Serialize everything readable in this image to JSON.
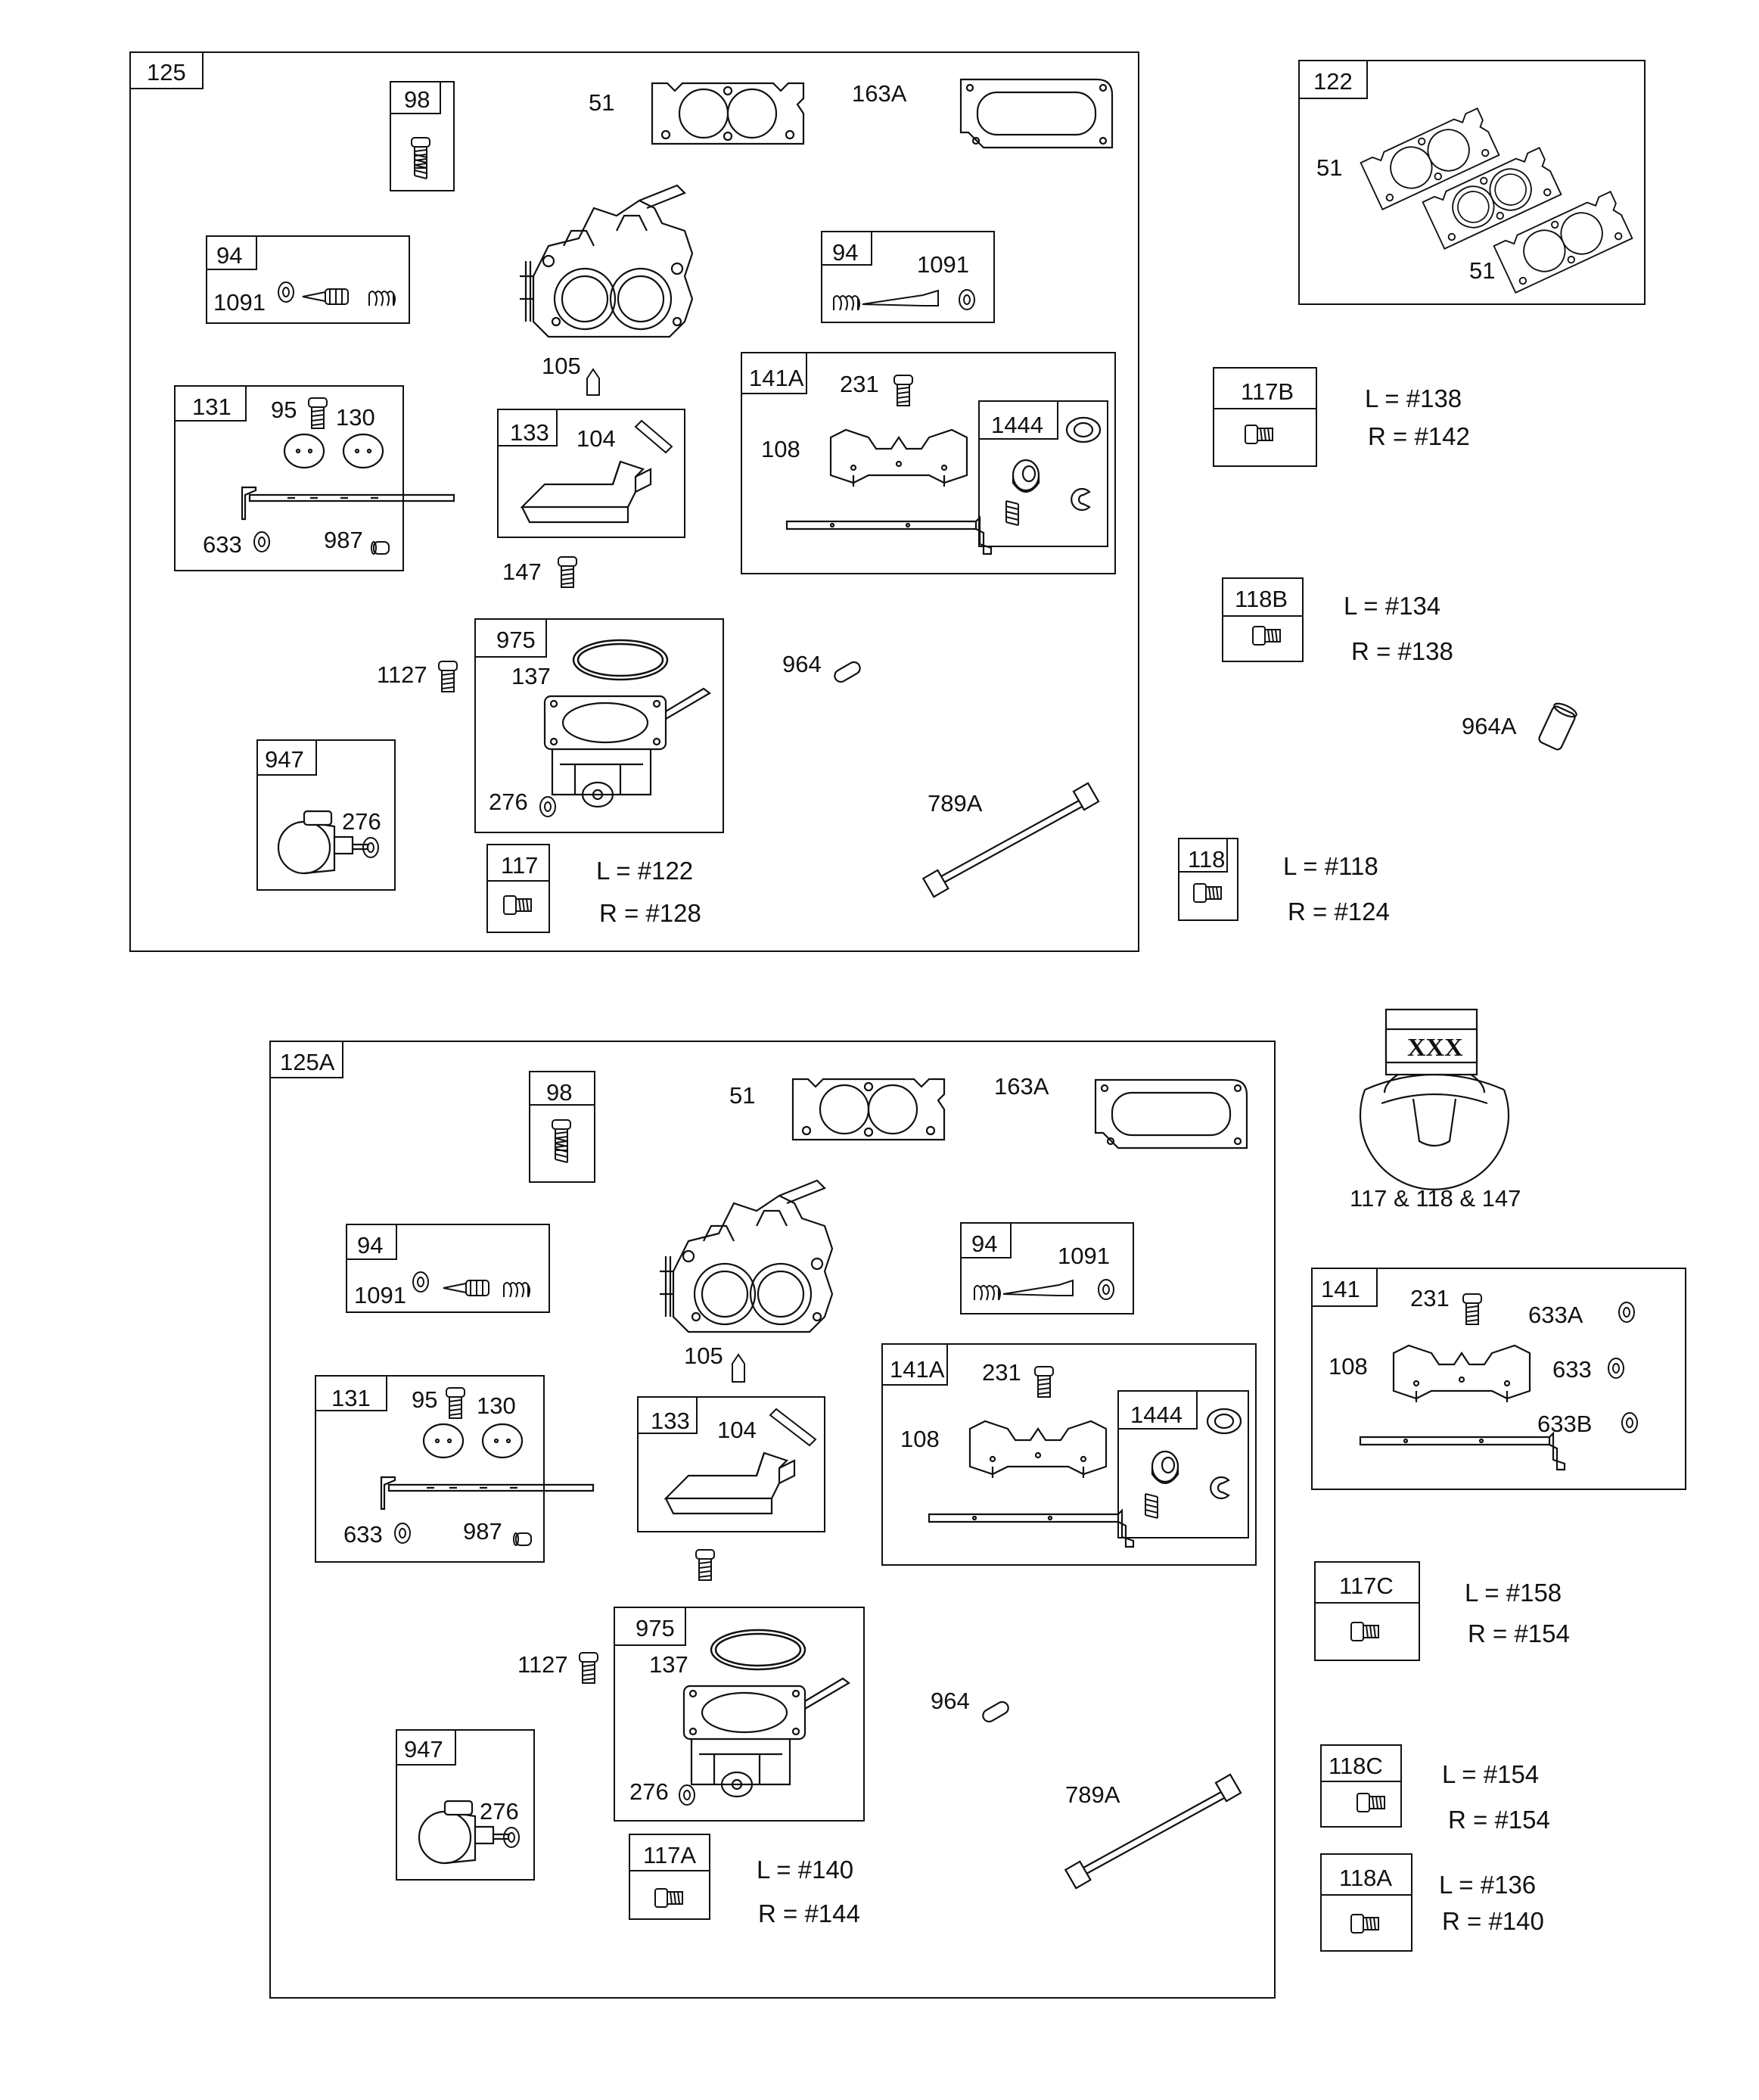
{
  "groups": {
    "g125": {
      "title": "125"
    },
    "g122": {
      "title": "122"
    },
    "g125A": {
      "title": "125A"
    },
    "g141": {
      "title": "141"
    }
  },
  "boxes": {
    "b98_top": "98",
    "b94a_top": "94",
    "b94b_top": "94",
    "b131_top": "131",
    "b133_top": "133",
    "b141A_top": "141A",
    "b1444_top": "1444",
    "b975_top": "975",
    "b947_top": "947",
    "b117": "117",
    "b117B": "117B",
    "b118B": "118B",
    "b118": "118",
    "b98_bot": "98",
    "b94a_bot": "94",
    "b94b_bot": "94",
    "b131_bot": "131",
    "b133_bot": "133",
    "b141A_bot": "141A",
    "b1444_bot": "1444",
    "b975_bot": "975",
    "b947_bot": "947",
    "b117A": "117A",
    "b117C": "117C",
    "b118C": "118C",
    "b118A": "118A"
  },
  "callouts": {
    "top": {
      "p51": "51",
      "p163A": "163A",
      "p1091a": "1091",
      "p1091b": "1091",
      "p105": "105",
      "p95": "95",
      "p130": "130",
      "p104": "104",
      "p231": "231",
      "p108": "108",
      "p633": "633",
      "p987": "987",
      "p147": "147",
      "p1127": "1127",
      "p137": "137",
      "p964": "964",
      "p276a": "276",
      "p276b": "276",
      "p789A": "789A",
      "p51_122a": "51",
      "p51_122b": "51",
      "p964A": "964A"
    },
    "bottom": {
      "p51": "51",
      "p163A": "163A",
      "p1091a": "1091",
      "p1091b": "1091",
      "p105": "105",
      "p95": "95",
      "p130": "130",
      "p104": "104",
      "p231": "231",
      "p108": "108",
      "p633": "633",
      "p987": "987",
      "p1127": "1127",
      "p137": "137",
      "p964": "964",
      "p276a": "276",
      "p276b": "276",
      "p789A": "789A",
      "p231_141": "231",
      "p633A": "633A",
      "p108_141": "108",
      "p633_141": "633",
      "p633B": "633B"
    }
  },
  "specs": {
    "s117": {
      "l": "L = #122",
      "r": "R = #128"
    },
    "s117B": {
      "l": "L = #138",
      "r": "R = #142"
    },
    "s118B": {
      "l": "L =  #134",
      "r": "R = #138"
    },
    "s118": {
      "l": "L =  #118",
      "r": "R = #124"
    },
    "s117A": {
      "l": "L = #140",
      "r": "R = #144"
    },
    "s117C": {
      "l": "L = #158",
      "r": "R = #154"
    },
    "s118C": {
      "l": "L =  #154",
      "r": "R = #154"
    },
    "s118A": {
      "l": "L =  #136",
      "r": "R = #140"
    }
  },
  "kit_note": {
    "code": "XXX",
    "caption": "117 & 118 & 147"
  }
}
